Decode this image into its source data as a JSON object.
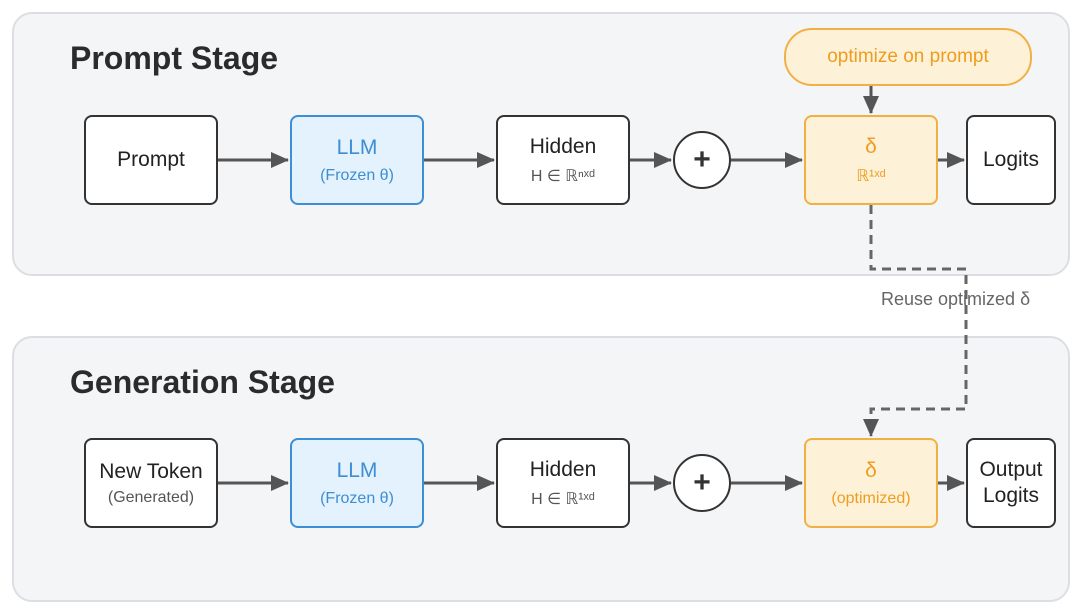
{
  "prompt_stage": {
    "title": "Prompt Stage",
    "optimize_label": "optimize on prompt",
    "nodes": {
      "prompt": {
        "label": "Prompt"
      },
      "llm": {
        "label": "LLM",
        "sub": "(Frozen θ)"
      },
      "hidden": {
        "label": "Hidden",
        "sub": "H ∈ ℝⁿˣᵈ"
      },
      "plus": {
        "label": "+"
      },
      "delta": {
        "label": "δ",
        "sub": "ℝ¹ˣᵈ"
      },
      "logits": {
        "label": "Logits"
      }
    }
  },
  "reuse_label": "Reuse optimized δ",
  "generation_stage": {
    "title": "Generation Stage",
    "nodes": {
      "new_token": {
        "label": "New Token",
        "sub": "(Generated)"
      },
      "llm": {
        "label": "LLM",
        "sub": "(Frozen θ)"
      },
      "hidden": {
        "label": "Hidden",
        "sub": "H ∈ ℝ¹ˣᵈ"
      },
      "plus": {
        "label": "+"
      },
      "delta": {
        "label": "δ",
        "sub": "(optimized)"
      },
      "output_logits": {
        "label": "Output\nLogits"
      }
    }
  },
  "colors": {
    "panel_bg": "#f4f5f7",
    "llm_accent": "#3d8ed4",
    "delta_accent": "#f2b044",
    "arrow": "#555555"
  }
}
